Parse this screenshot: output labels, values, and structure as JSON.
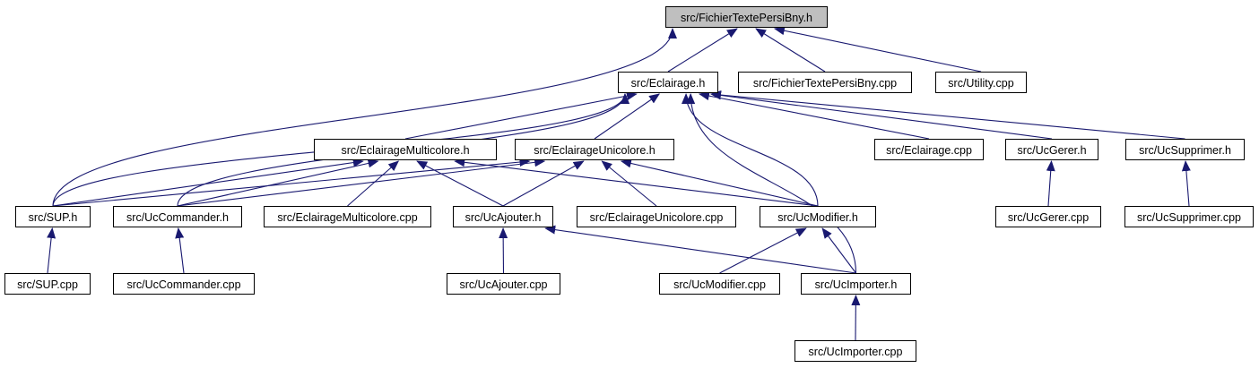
{
  "nodes": [
    {
      "id": "root",
      "label": "src/FichierTextePersiBny.h",
      "root": true
    },
    {
      "id": "ecl",
      "label": "src/Eclairage.h"
    },
    {
      "id": "ftpcpp",
      "label": "src/FichierTextePersiBny.cpp"
    },
    {
      "id": "util",
      "label": "src/Utility.cpp"
    },
    {
      "id": "emh",
      "label": "src/EclairageMulticolore.h"
    },
    {
      "id": "euh",
      "label": "src/EclairageUnicolore.h"
    },
    {
      "id": "eclcpp",
      "label": "src/Eclairage.cpp"
    },
    {
      "id": "gerh",
      "label": "src/UcGerer.h"
    },
    {
      "id": "suph",
      "label": "src/UcSupprimer.h"
    },
    {
      "id": "SUPh",
      "label": "src/SUP.h"
    },
    {
      "id": "cmdh",
      "label": "src/UcCommander.h"
    },
    {
      "id": "emcpp",
      "label": "src/EclairageMulticolore.cpp"
    },
    {
      "id": "ajh",
      "label": "src/UcAjouter.h"
    },
    {
      "id": "eucpp",
      "label": "src/EclairageUnicolore.cpp"
    },
    {
      "id": "modh",
      "label": "src/UcModifier.h"
    },
    {
      "id": "gercpp",
      "label": "src/UcGerer.cpp"
    },
    {
      "id": "supcpp",
      "label": "src/UcSupprimer.cpp"
    },
    {
      "id": "SUPcpp",
      "label": "src/SUP.cpp"
    },
    {
      "id": "cmdcpp",
      "label": "src/UcCommander.cpp"
    },
    {
      "id": "ajcpp",
      "label": "src/UcAjouter.cpp"
    },
    {
      "id": "modcpp",
      "label": "src/UcModifier.cpp"
    },
    {
      "id": "imph",
      "label": "src/UcImporter.h"
    },
    {
      "id": "impcpp",
      "label": "src/UcImporter.cpp"
    }
  ],
  "edges": [
    [
      "ecl",
      "root"
    ],
    [
      "ftpcpp",
      "root"
    ],
    [
      "util",
      "root"
    ],
    [
      "SUPh",
      "root"
    ],
    [
      "emh",
      "ecl"
    ],
    [
      "euh",
      "ecl"
    ],
    [
      "eclcpp",
      "ecl"
    ],
    [
      "gerh",
      "ecl"
    ],
    [
      "suph",
      "ecl"
    ],
    [
      "SUPh",
      "ecl"
    ],
    [
      "cmdh",
      "ecl"
    ],
    [
      "modh",
      "ecl"
    ],
    [
      "imph",
      "ecl"
    ],
    [
      "SUPh",
      "emh"
    ],
    [
      "cmdh",
      "emh"
    ],
    [
      "emcpp",
      "emh"
    ],
    [
      "ajh",
      "emh"
    ],
    [
      "modh",
      "emh"
    ],
    [
      "SUPh",
      "euh"
    ],
    [
      "cmdh",
      "euh"
    ],
    [
      "ajh",
      "euh"
    ],
    [
      "eucpp",
      "euh"
    ],
    [
      "modh",
      "euh"
    ],
    [
      "gercpp",
      "gerh"
    ],
    [
      "supcpp",
      "suph"
    ],
    [
      "SUPcpp",
      "SUPh"
    ],
    [
      "cmdcpp",
      "cmdh"
    ],
    [
      "ajcpp",
      "ajh"
    ],
    [
      "imph",
      "ajh"
    ],
    [
      "modcpp",
      "modh"
    ],
    [
      "imph",
      "modh"
    ],
    [
      "impcpp",
      "imph"
    ]
  ],
  "colors": {
    "edge": "#191970",
    "node_border": "#000000",
    "node_fill": "#ffffff",
    "root_fill": "#bfbfbf"
  }
}
